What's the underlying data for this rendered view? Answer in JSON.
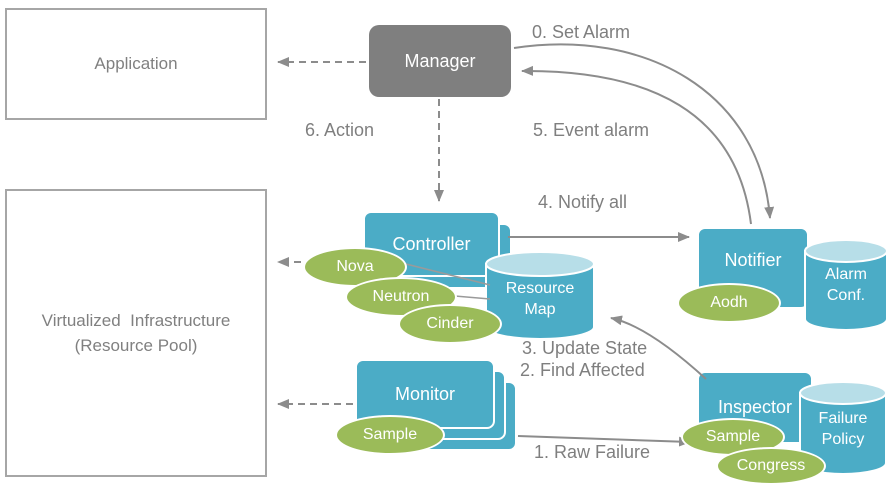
{
  "diagram": {
    "boxes": {
      "application": {
        "label": "Application"
      },
      "virtualized_infrastructure": {
        "label_line1": "Virtualized  Infrastructure",
        "label_line2": "(Resource Pool)"
      },
      "manager": {
        "label": "Manager"
      },
      "controller": {
        "label": "Controller"
      },
      "monitor": {
        "label": "Monitor"
      },
      "notifier": {
        "label": "Notifier"
      },
      "inspector": {
        "label": "Inspector"
      }
    },
    "cylinders": {
      "resource_map": {
        "label_line1": "Resource",
        "label_line2": "Map"
      },
      "alarm_conf": {
        "label_line1": "Alarm",
        "label_line2": "Conf."
      },
      "failure_policy": {
        "label_line1": "Failure",
        "label_line2": "Policy"
      }
    },
    "plugins": {
      "nova": "Nova",
      "neutron": "Neutron",
      "cinder": "Cinder",
      "aodh": "Aodh",
      "monitor_sample": "Sample",
      "inspector_sample": "Sample",
      "congress": "Congress"
    },
    "flow_labels": {
      "set_alarm": "0. Set Alarm",
      "event_alarm": "5. Event alarm",
      "action": "6. Action",
      "notify_all": "4. Notify all",
      "update_state": "3. Update State",
      "find_affected": "2. Find Affected",
      "raw_failure": "1. Raw Failure"
    },
    "colors": {
      "component_blue": "#4BACC6",
      "cylinder_top_blue": "#B7DEE8",
      "plugin_green": "#9BBB59",
      "manager_gray": "#7F7F7F",
      "box_border_gray": "#A6A6A6",
      "arrow_gray": "#8C8C8C",
      "label_text_gray": "#7F7F7F"
    }
  }
}
